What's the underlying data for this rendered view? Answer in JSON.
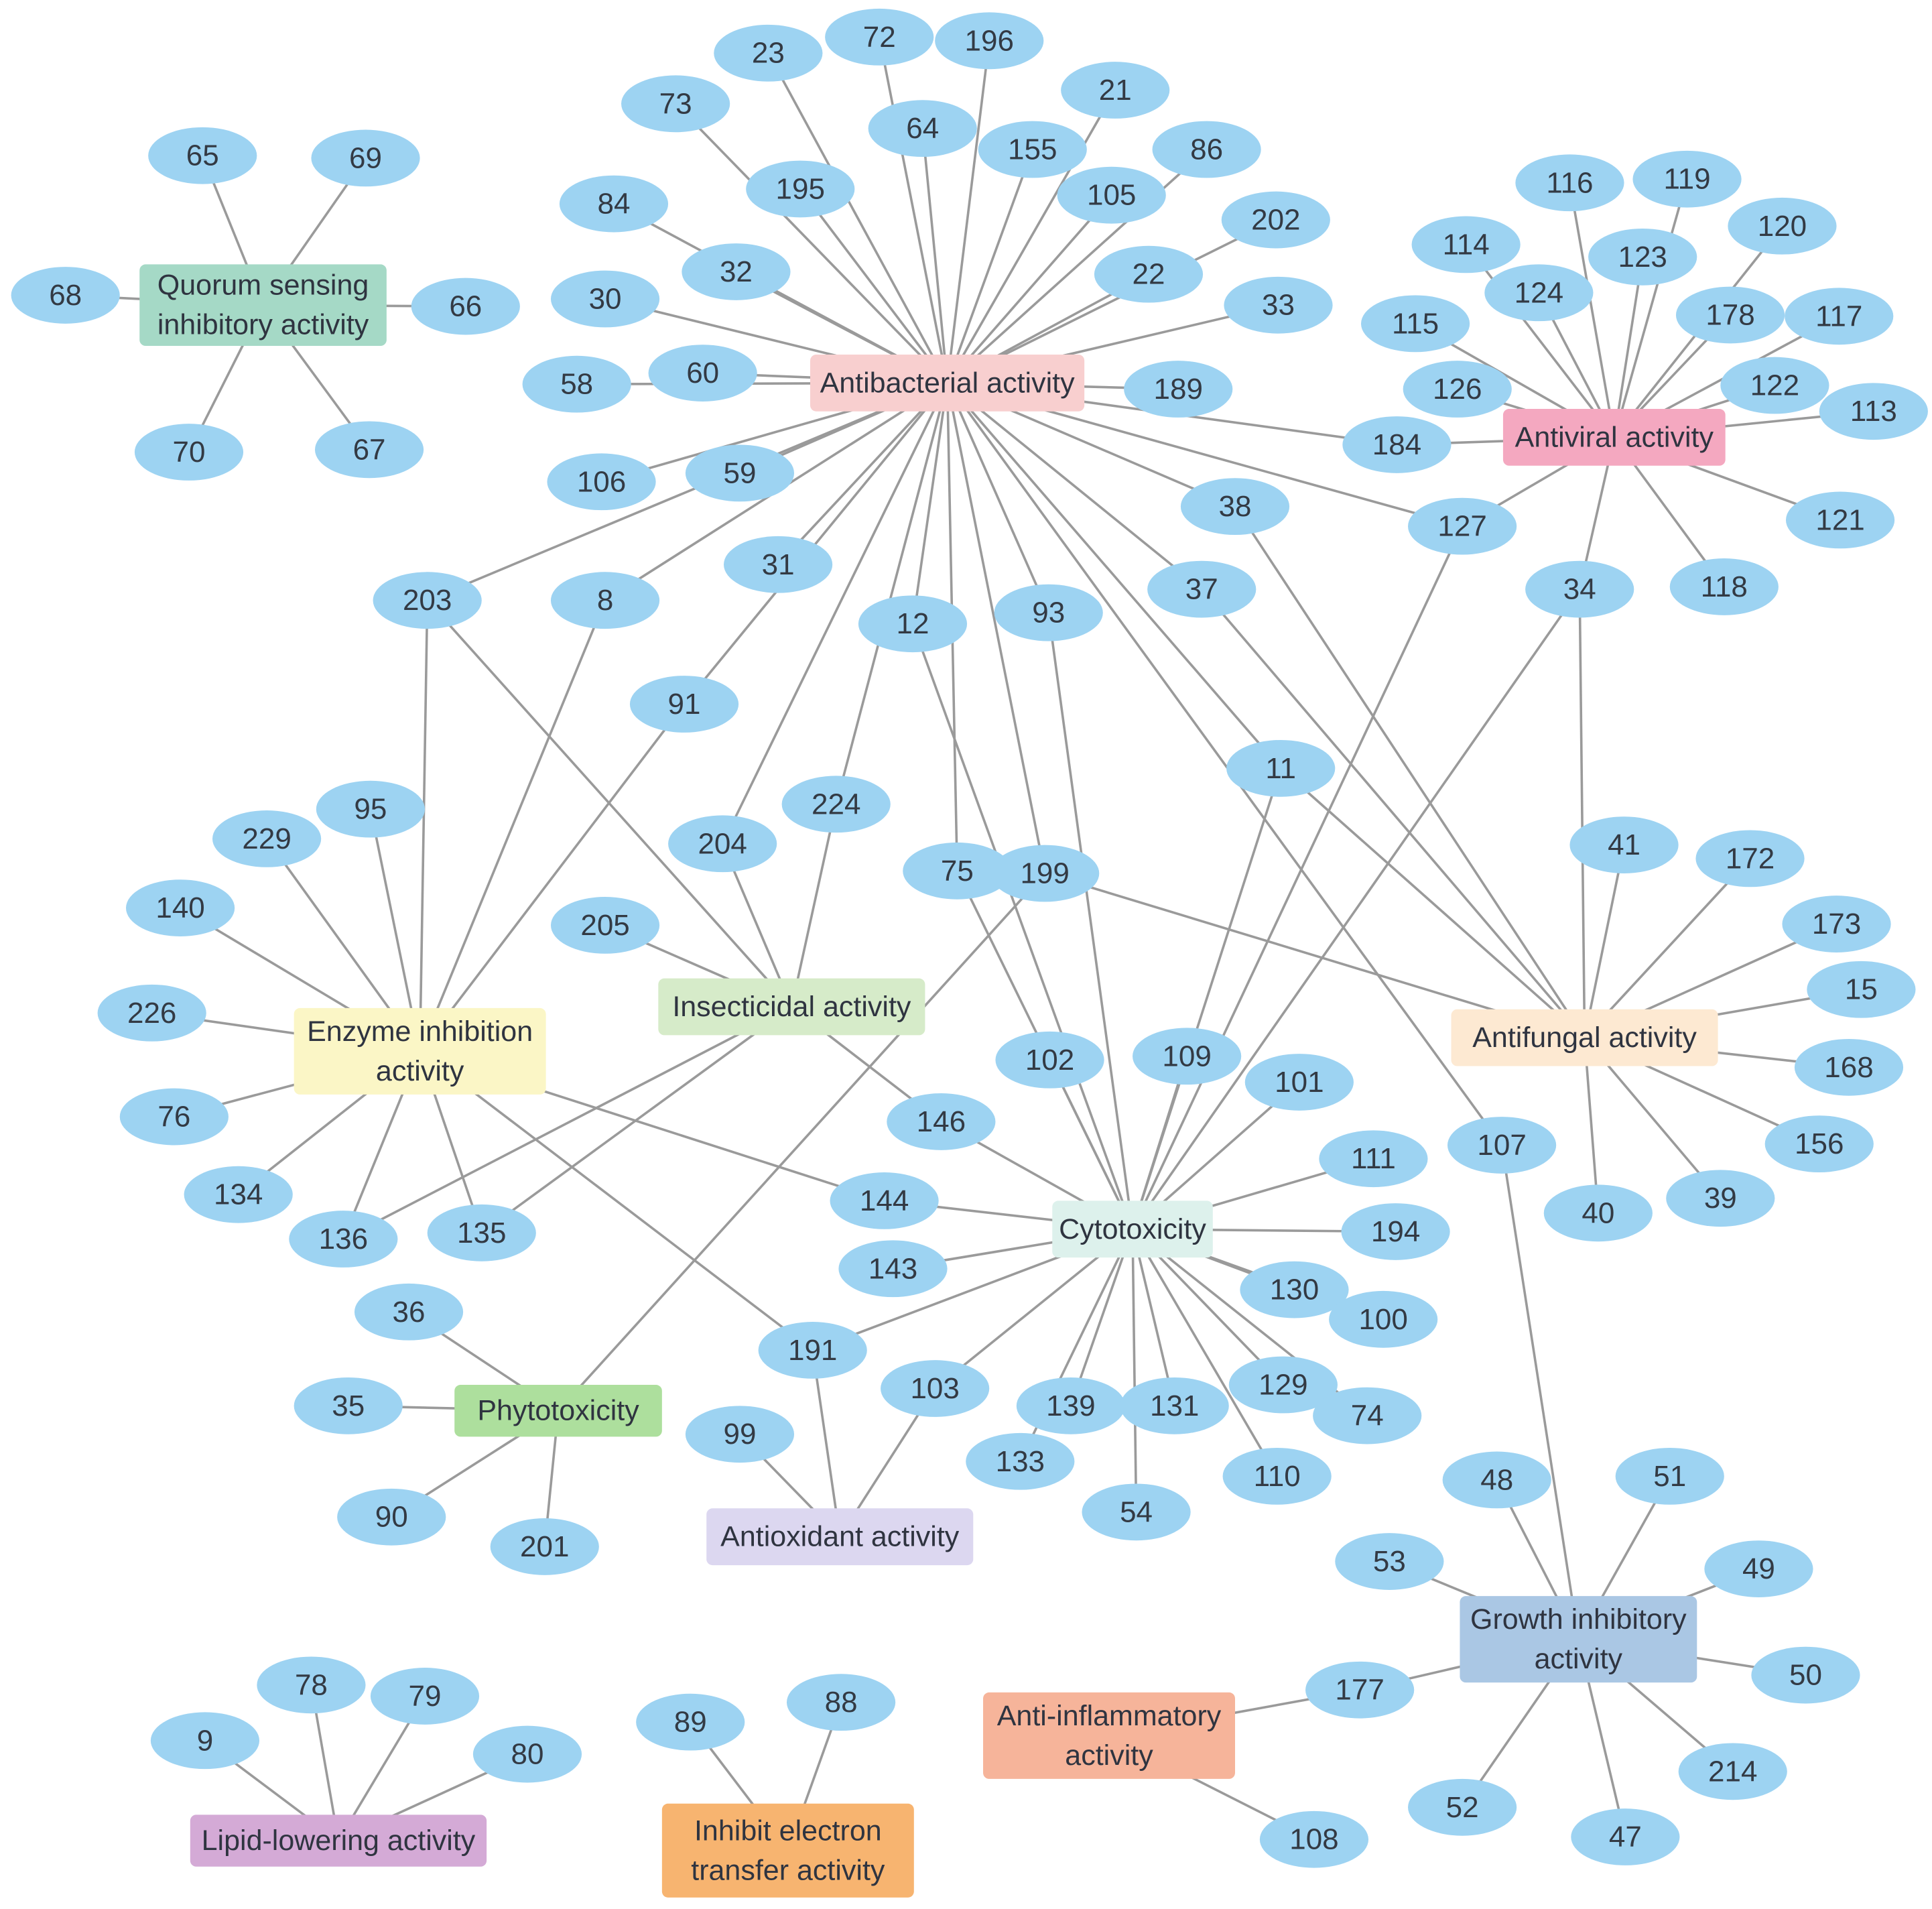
{
  "categories": [
    {
      "id": "quorum",
      "lines": [
        "Quorum sensing",
        "inhibitory activity"
      ],
      "color": "#a5d9c6"
    },
    {
      "id": "antibacterial",
      "lines": [
        "Antibacterial activity"
      ],
      "color": "#f8cfcf"
    },
    {
      "id": "antiviral",
      "lines": [
        "Antiviral activity"
      ],
      "color": "#f4a8c0"
    },
    {
      "id": "enzyme",
      "lines": [
        "Enzyme inhibition",
        "activity"
      ],
      "color": "#fbf6c6"
    },
    {
      "id": "insecticidal",
      "lines": [
        "Insecticidal activity"
      ],
      "color": "#d6ebc9"
    },
    {
      "id": "antifungal",
      "lines": [
        "Antifungal activity"
      ],
      "color": "#fde9d2"
    },
    {
      "id": "cytotoxicity",
      "lines": [
        "Cytotoxicity"
      ],
      "color": "#ddf1ec"
    },
    {
      "id": "phytotoxicity",
      "lines": [
        "Phytotoxicity"
      ],
      "color": "#addf9d"
    },
    {
      "id": "antioxidant",
      "lines": [
        "Antioxidant activity"
      ],
      "color": "#dcd7f0"
    },
    {
      "id": "growth",
      "lines": [
        "Growth inhibitory",
        "activity"
      ],
      "color": "#aac7e4"
    },
    {
      "id": "antiinflammatory",
      "lines": [
        "Anti-inflammatory",
        "activity"
      ],
      "color": "#f6b49a"
    },
    {
      "id": "lipid",
      "lines": [
        "Lipid-lowering activity"
      ],
      "color": "#d4aad6"
    },
    {
      "id": "electron",
      "lines": [
        "Inhibit electron",
        "transfer activity"
      ],
      "color": "#f7b470"
    }
  ],
  "compounds": [
    "65",
    "69",
    "68",
    "66",
    "70",
    "67",
    "23",
    "72",
    "196",
    "73",
    "64",
    "21",
    "155",
    "86",
    "195",
    "105",
    "84",
    "202",
    "32",
    "22",
    "30",
    "33",
    "60",
    "58",
    "189",
    "184",
    "106",
    "59",
    "38",
    "127",
    "31",
    "37",
    "203",
    "8",
    "12",
    "93",
    "91",
    "11",
    "224",
    "204",
    "75",
    "199",
    "205",
    "102",
    "109",
    "146",
    "101",
    "111",
    "144",
    "194",
    "143",
    "130",
    "100",
    "191",
    "103",
    "139",
    "131",
    "129",
    "74",
    "133",
    "54",
    "110",
    "99",
    "36",
    "35",
    "90",
    "201",
    "116",
    "119",
    "114",
    "123",
    "120",
    "124",
    "178",
    "117",
    "115",
    "126",
    "122",
    "113",
    "121",
    "118",
    "34",
    "41",
    "172",
    "173",
    "15",
    "168",
    "156",
    "107",
    "40",
    "39",
    "95",
    "229",
    "140",
    "226",
    "76",
    "134",
    "136",
    "135",
    "48",
    "51",
    "53",
    "49",
    "50",
    "177",
    "214",
    "52",
    "47",
    "108",
    "78",
    "79",
    "9",
    "80",
    "89",
    "88"
  ],
  "edges": [
    [
      "65",
      "quorum"
    ],
    [
      "69",
      "quorum"
    ],
    [
      "68",
      "quorum"
    ],
    [
      "66",
      "quorum"
    ],
    [
      "70",
      "quorum"
    ],
    [
      "67",
      "quorum"
    ],
    [
      "23",
      "antibacterial"
    ],
    [
      "72",
      "antibacterial"
    ],
    [
      "196",
      "antibacterial"
    ],
    [
      "73",
      "antibacterial"
    ],
    [
      "64",
      "antibacterial"
    ],
    [
      "21",
      "antibacterial"
    ],
    [
      "155",
      "antibacterial"
    ],
    [
      "86",
      "antibacterial"
    ],
    [
      "195",
      "antibacterial"
    ],
    [
      "105",
      "antibacterial"
    ],
    [
      "84",
      "antibacterial"
    ],
    [
      "202",
      "antibacterial"
    ],
    [
      "32",
      "antibacterial"
    ],
    [
      "22",
      "antibacterial"
    ],
    [
      "30",
      "antibacterial"
    ],
    [
      "33",
      "antibacterial"
    ],
    [
      "60",
      "antibacterial"
    ],
    [
      "58",
      "antibacterial"
    ],
    [
      "189",
      "antibacterial"
    ],
    [
      "184",
      "antibacterial"
    ],
    [
      "106",
      "antibacterial"
    ],
    [
      "59",
      "antibacterial"
    ],
    [
      "38",
      "antibacterial"
    ],
    [
      "127",
      "antibacterial"
    ],
    [
      "31",
      "antibacterial"
    ],
    [
      "37",
      "antibacterial"
    ],
    [
      "203",
      "antibacterial"
    ],
    [
      "8",
      "antibacterial"
    ],
    [
      "12",
      "antibacterial"
    ],
    [
      "93",
      "antibacterial"
    ],
    [
      "91",
      "antibacterial"
    ],
    [
      "11",
      "antibacterial"
    ],
    [
      "224",
      "antibacterial"
    ],
    [
      "204",
      "antibacterial"
    ],
    [
      "75",
      "antibacterial"
    ],
    [
      "199",
      "antibacterial"
    ],
    [
      "107",
      "antibacterial"
    ],
    [
      "116",
      "antiviral"
    ],
    [
      "119",
      "antiviral"
    ],
    [
      "114",
      "antiviral"
    ],
    [
      "123",
      "antiviral"
    ],
    [
      "120",
      "antiviral"
    ],
    [
      "124",
      "antiviral"
    ],
    [
      "178",
      "antiviral"
    ],
    [
      "117",
      "antiviral"
    ],
    [
      "115",
      "antiviral"
    ],
    [
      "126",
      "antiviral"
    ],
    [
      "122",
      "antiviral"
    ],
    [
      "113",
      "antiviral"
    ],
    [
      "121",
      "antiviral"
    ],
    [
      "118",
      "antiviral"
    ],
    [
      "184",
      "antiviral"
    ],
    [
      "127",
      "antiviral"
    ],
    [
      "34",
      "antiviral"
    ],
    [
      "203",
      "enzyme"
    ],
    [
      "8",
      "enzyme"
    ],
    [
      "91",
      "enzyme"
    ],
    [
      "95",
      "enzyme"
    ],
    [
      "229",
      "enzyme"
    ],
    [
      "140",
      "enzyme"
    ],
    [
      "226",
      "enzyme"
    ],
    [
      "76",
      "enzyme"
    ],
    [
      "134",
      "enzyme"
    ],
    [
      "136",
      "enzyme"
    ],
    [
      "135",
      "enzyme"
    ],
    [
      "144",
      "enzyme"
    ],
    [
      "191",
      "enzyme"
    ],
    [
      "203",
      "insecticidal"
    ],
    [
      "204",
      "insecticidal"
    ],
    [
      "224",
      "insecticidal"
    ],
    [
      "205",
      "insecticidal"
    ],
    [
      "146",
      "insecticidal"
    ],
    [
      "136",
      "insecticidal"
    ],
    [
      "135",
      "insecticidal"
    ],
    [
      "38",
      "antifungal"
    ],
    [
      "37",
      "antifungal"
    ],
    [
      "11",
      "antifungal"
    ],
    [
      "199",
      "antifungal"
    ],
    [
      "34",
      "antifungal"
    ],
    [
      "41",
      "antifungal"
    ],
    [
      "172",
      "antifungal"
    ],
    [
      "173",
      "antifungal"
    ],
    [
      "15",
      "antifungal"
    ],
    [
      "168",
      "antifungal"
    ],
    [
      "156",
      "antifungal"
    ],
    [
      "40",
      "antifungal"
    ],
    [
      "39",
      "antifungal"
    ],
    [
      "12",
      "cytotoxicity"
    ],
    [
      "93",
      "cytotoxicity"
    ],
    [
      "75",
      "cytotoxicity"
    ],
    [
      "11",
      "cytotoxicity"
    ],
    [
      "127",
      "cytotoxicity"
    ],
    [
      "34",
      "cytotoxicity"
    ],
    [
      "102",
      "cytotoxicity"
    ],
    [
      "109",
      "cytotoxicity"
    ],
    [
      "146",
      "cytotoxicity"
    ],
    [
      "101",
      "cytotoxicity"
    ],
    [
      "111",
      "cytotoxicity"
    ],
    [
      "144",
      "cytotoxicity"
    ],
    [
      "194",
      "cytotoxicity"
    ],
    [
      "143",
      "cytotoxicity"
    ],
    [
      "130",
      "cytotoxicity"
    ],
    [
      "100",
      "cytotoxicity"
    ],
    [
      "191",
      "cytotoxicity"
    ],
    [
      "103",
      "cytotoxicity"
    ],
    [
      "139",
      "cytotoxicity"
    ],
    [
      "131",
      "cytotoxicity"
    ],
    [
      "129",
      "cytotoxicity"
    ],
    [
      "74",
      "cytotoxicity"
    ],
    [
      "133",
      "cytotoxicity"
    ],
    [
      "54",
      "cytotoxicity"
    ],
    [
      "110",
      "cytotoxicity"
    ],
    [
      "36",
      "phytotoxicity"
    ],
    [
      "35",
      "phytotoxicity"
    ],
    [
      "90",
      "phytotoxicity"
    ],
    [
      "201",
      "phytotoxicity"
    ],
    [
      "199",
      "phytotoxicity"
    ],
    [
      "99",
      "antioxidant"
    ],
    [
      "191",
      "antioxidant"
    ],
    [
      "103",
      "antioxidant"
    ],
    [
      "48",
      "growth"
    ],
    [
      "51",
      "growth"
    ],
    [
      "53",
      "growth"
    ],
    [
      "49",
      "growth"
    ],
    [
      "50",
      "growth"
    ],
    [
      "177",
      "growth"
    ],
    [
      "214",
      "growth"
    ],
    [
      "52",
      "growth"
    ],
    [
      "47",
      "growth"
    ],
    [
      "107",
      "growth"
    ],
    [
      "177",
      "antiinflammatory"
    ],
    [
      "108",
      "antiinflammatory"
    ],
    [
      "78",
      "lipid"
    ],
    [
      "79",
      "lipid"
    ],
    [
      "9",
      "lipid"
    ],
    [
      "80",
      "lipid"
    ],
    [
      "89",
      "electron"
    ],
    [
      "88",
      "electron"
    ]
  ]
}
